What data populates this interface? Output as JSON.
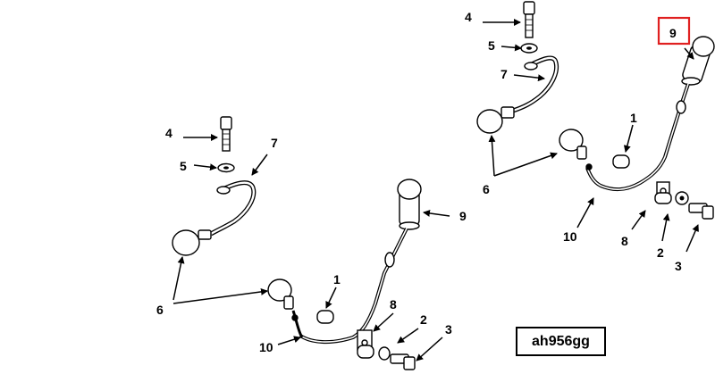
{
  "diagram": {
    "reference_code": "ah956gg",
    "highlighted_callout": "9",
    "highlight_color": "#e02020",
    "callouts": {
      "left_4": "4",
      "left_5": "5",
      "left_7": "7",
      "left_6": "6",
      "left_1": "1",
      "left_8": "8",
      "left_9": "9",
      "left_10": "10",
      "left_2": "2",
      "left_3": "3",
      "right_4": "4",
      "right_5": "5",
      "right_7": "7",
      "right_6": "6",
      "right_1": "1",
      "right_9": "9",
      "right_10": "10",
      "right_8": "8",
      "right_2": "2",
      "right_3": "3"
    }
  }
}
